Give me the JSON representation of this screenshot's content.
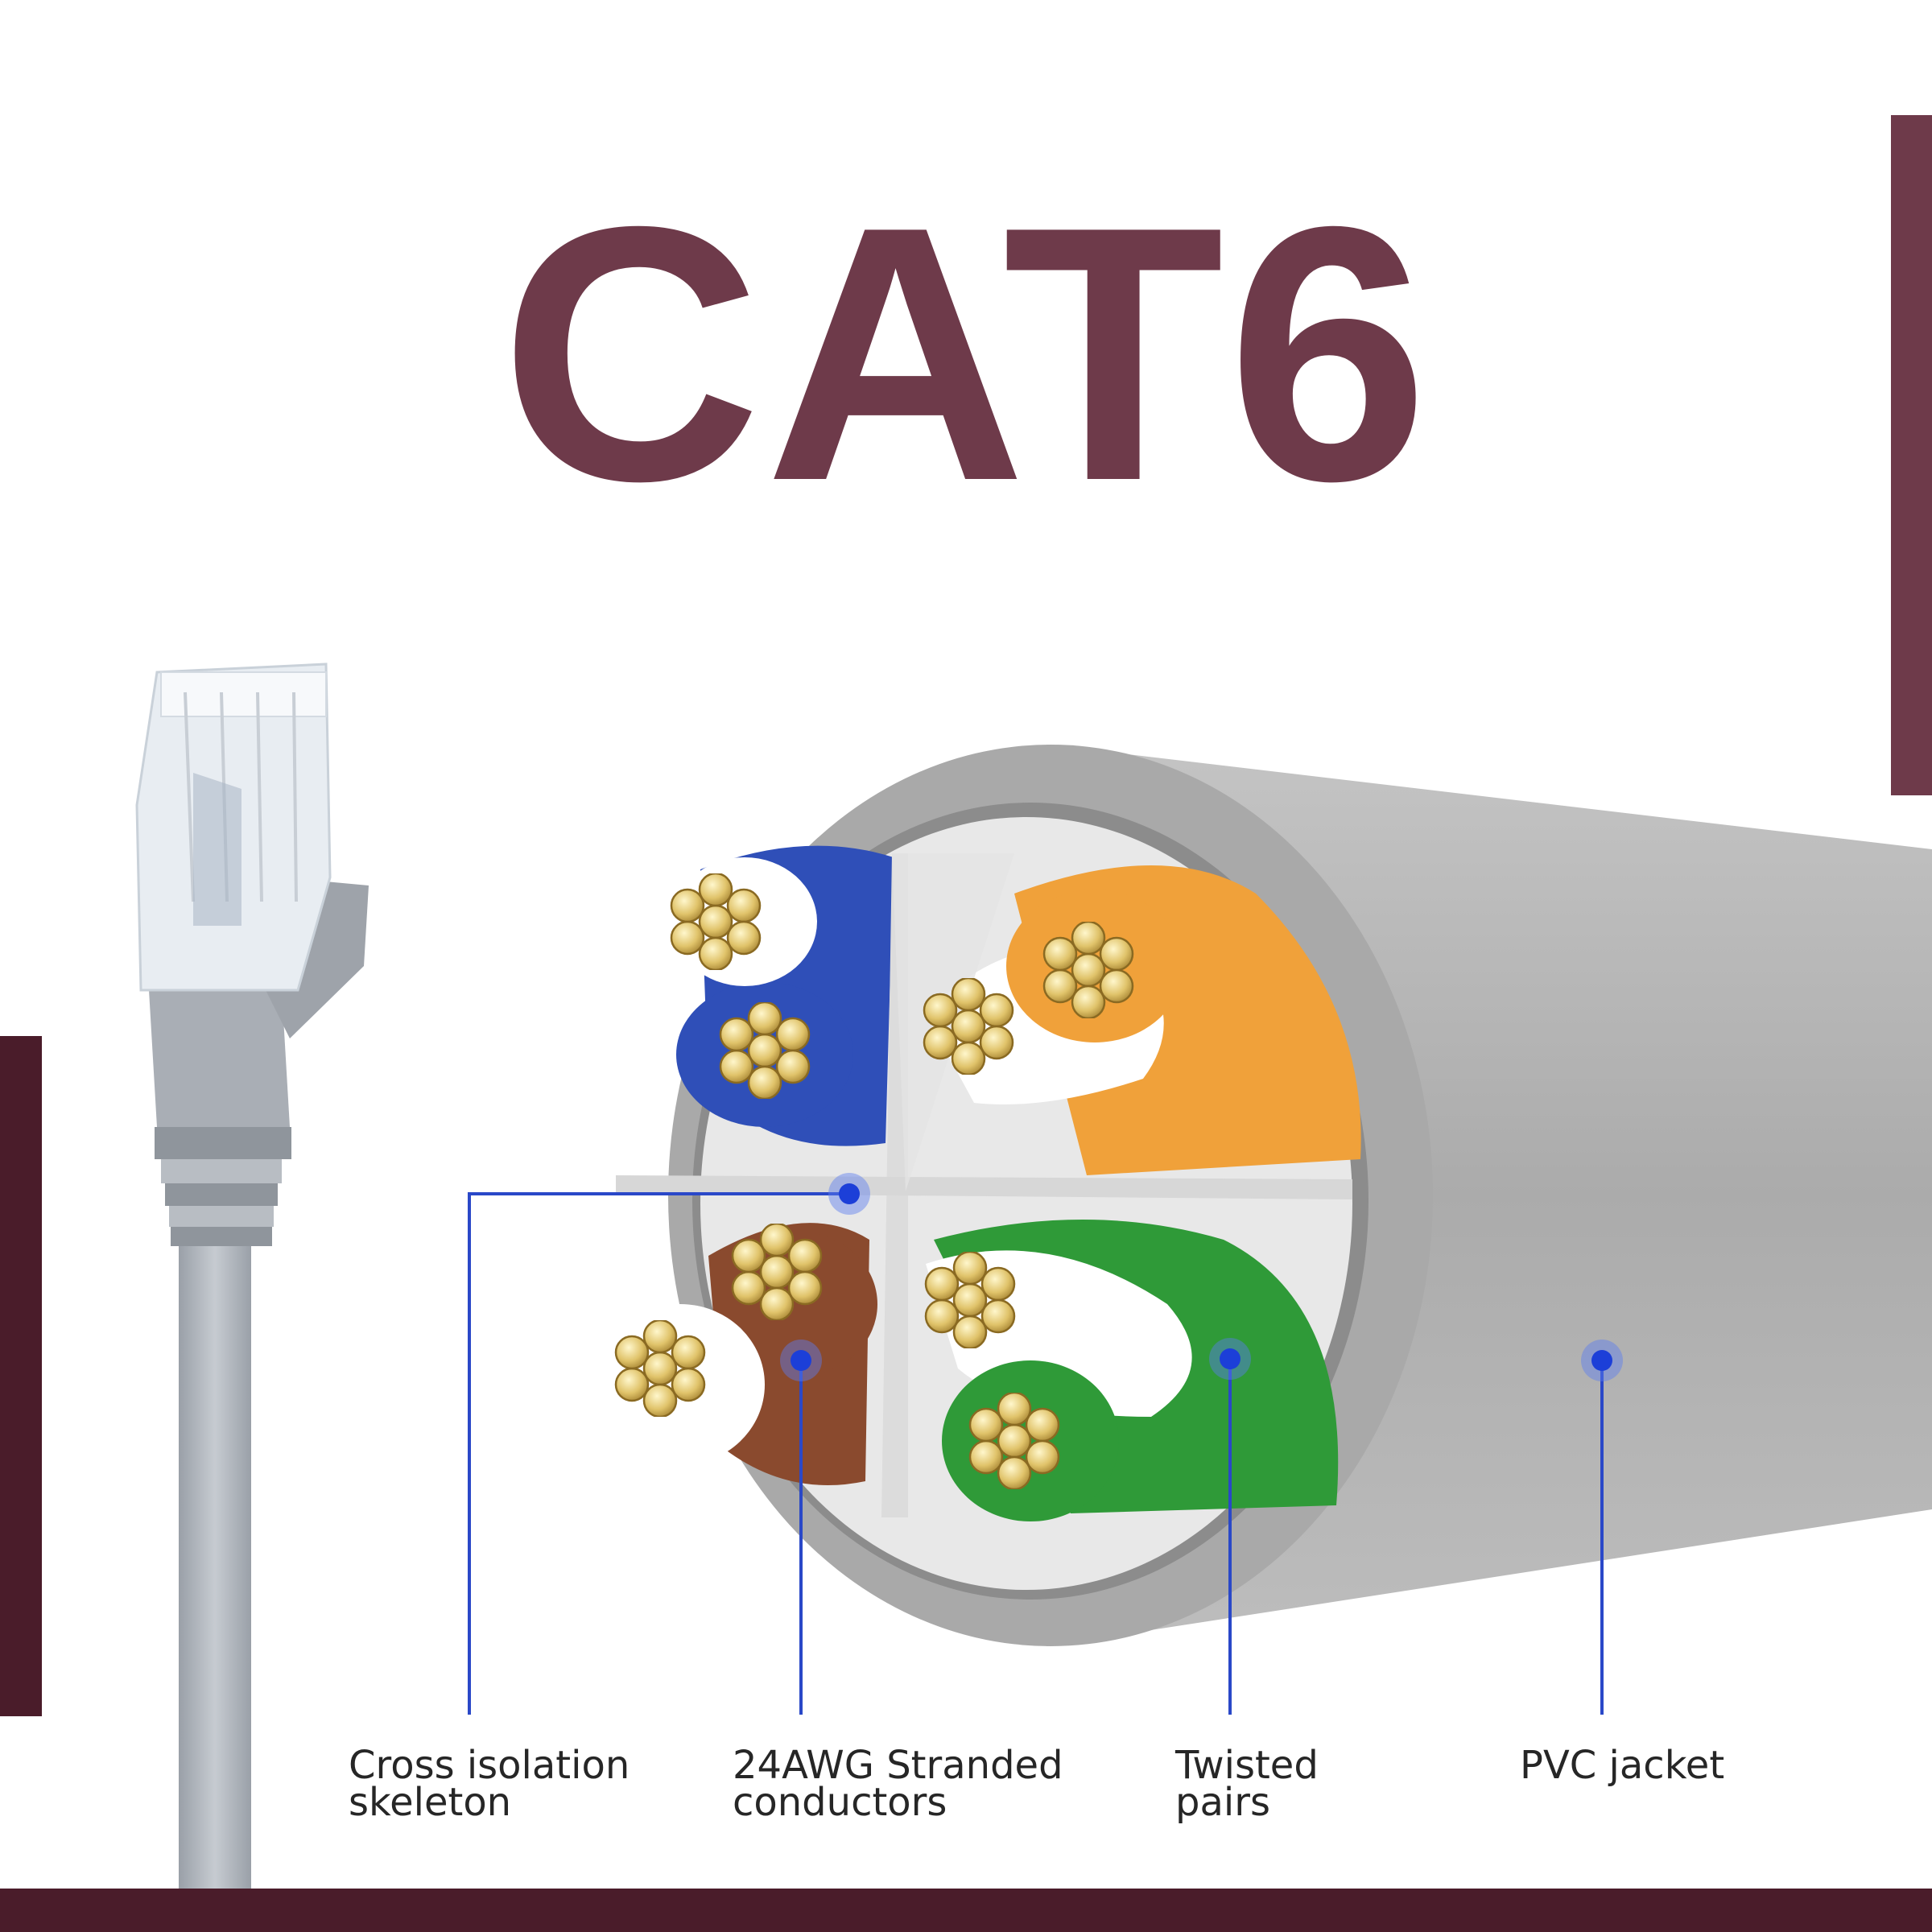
{
  "title": "CAT6",
  "labels": [
    {
      "id": "cross",
      "text": "Cross isolation\nskeleton"
    },
    {
      "id": "awg",
      "text": "24AWG Stranded\nconductors"
    },
    {
      "id": "twisted",
      "text": "Twisted\npairs"
    },
    {
      "id": "pvc",
      "text": "PVC jacket"
    }
  ],
  "colors": {
    "brand": "#6e3a4a",
    "brand_dark": "#4a1c2a",
    "callout": "#2a48c8",
    "jacket": "#b0b0b0",
    "pair_blue": "#2f4fb8",
    "pair_orange": "#f0a13a",
    "pair_brown": "#8a4a2e",
    "pair_green": "#2f9a38",
    "copper": "#d8b860"
  }
}
